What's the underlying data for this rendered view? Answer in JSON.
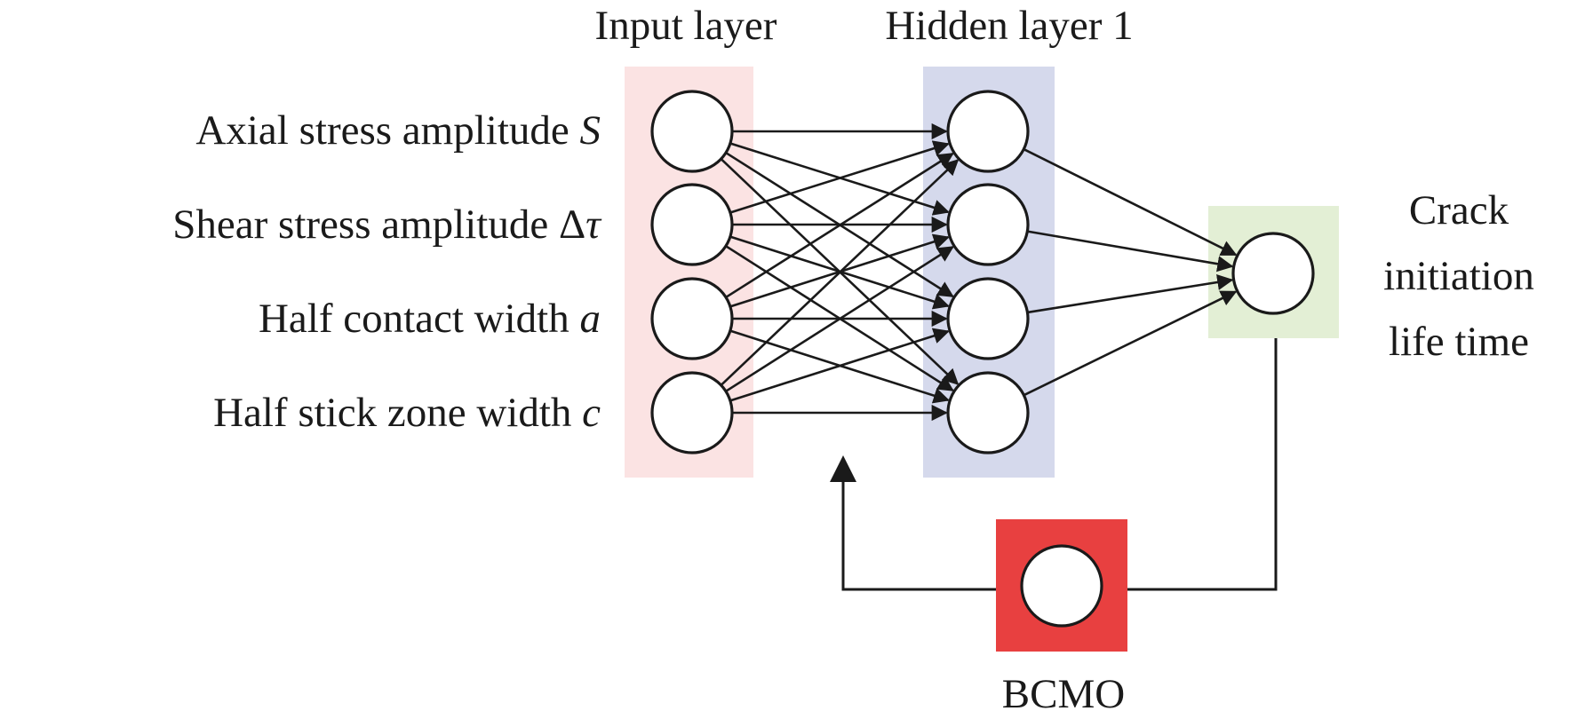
{
  "diagram": {
    "headers": {
      "input_layer": "Input layer",
      "hidden_layer": "Hidden layer 1"
    },
    "inputs": [
      {
        "text": "Axial stress amplitude ",
        "symbol": "S"
      },
      {
        "text": "Shear stress amplitude Δ",
        "symbol": "τ"
      },
      {
        "text": "Half contact width ",
        "symbol": "a"
      },
      {
        "text": "Half stick zone width ",
        "symbol": "c"
      }
    ],
    "output_label": [
      "Crack",
      "initiation",
      "life time"
    ],
    "optimizer_label": "BCMO",
    "colors": {
      "input_band": "#fbe3e3",
      "hidden_band": "#d5d9ec",
      "output_box": "#e3efd5",
      "optimizer_box": "#e84040",
      "ink": "#1a1a1a"
    },
    "icons": {
      "neuron": "circle-node-icon",
      "arrow": "arrowhead-icon"
    }
  }
}
